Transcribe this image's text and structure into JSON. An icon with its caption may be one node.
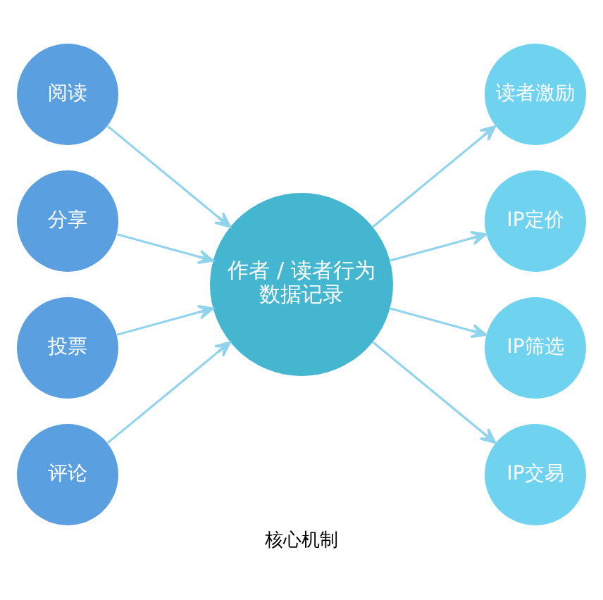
{
  "diagram": {
    "title": "核心机制",
    "nodes": [
      {
        "text": [
          "阅读"
        ]
      },
      {
        "text": [
          "分享"
        ]
      },
      {
        "text": [
          "投票"
        ]
      },
      {
        "text": [
          "评论"
        ]
      },
      {
        "text": [
          "作者 / 读者行为数据记录"
        ]
      },
      {
        "text": [
          "读者激励"
        ]
      },
      {
        "text": [
          "IP定价"
        ]
      },
      {
        "text": [
          "IP筛选"
        ]
      },
      {
        "text": [
          "IP交易"
        ]
      }
    ],
    "edges": [
      {
        "from": 0,
        "to": 4,
        "arrow": "to"
      },
      {
        "from": 1,
        "to": 4,
        "arrow": "to"
      },
      {
        "from": 2,
        "to": 4,
        "arrow": "to"
      },
      {
        "from": 3,
        "to": 4,
        "arrow": "to"
      },
      {
        "from": 4,
        "to": 5,
        "arrow": "to"
      },
      {
        "from": 4,
        "to": 6,
        "arrow": "to"
      },
      {
        "from": 4,
        "to": 7,
        "arrow": "to"
      },
      {
        "from": 4,
        "to": 8,
        "arrow": "to"
      }
    ]
  }
}
